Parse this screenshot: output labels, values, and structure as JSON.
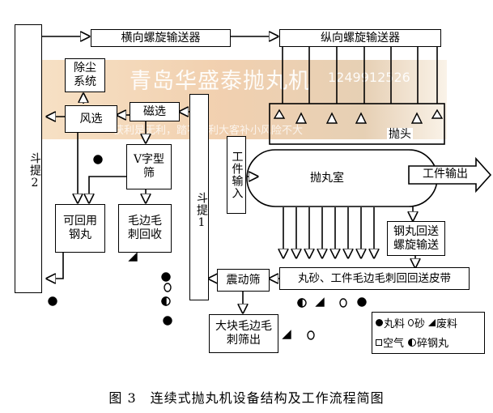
{
  "watermark": {
    "company": "青岛华盛泰抛丸机",
    "phone": "1249912526",
    "slogan": "获利是无利，踏不获利大客补小风险不大"
  },
  "nodes": {
    "bucket_lift_2": "斗提2",
    "horizontal_screw": "横向螺旋输送器",
    "vertical_screw": "纵向螺旋输送器",
    "dust_removal": "除尘系统",
    "air_separation": "风选",
    "magnetic_separation": "磁选",
    "bucket_lift_1": "斗提1",
    "v_screen": "V字型筛",
    "reusable_shot": "可回用钢丸",
    "burr_recovery": "毛边毛刺回收",
    "workpiece_input": "工件输入",
    "shot_chamber": "抛丸室",
    "workpiece_output": "工件输出",
    "blast_head": "抛头",
    "return_screw": "钢丸回送螺旋输送",
    "vibrating_screen": "震动筛",
    "return_belt": "丸砂、工件毛边毛刺回回送皮带",
    "large_burr_screening": "大块毛边毛刺筛出"
  },
  "legend": {
    "shot": "丸料",
    "sand": "砂",
    "waste": "废料",
    "air": "空气",
    "broken_shot": "碎钢丸"
  },
  "caption": "图 3　连续式抛丸机设备结构及工作流程简图"
}
